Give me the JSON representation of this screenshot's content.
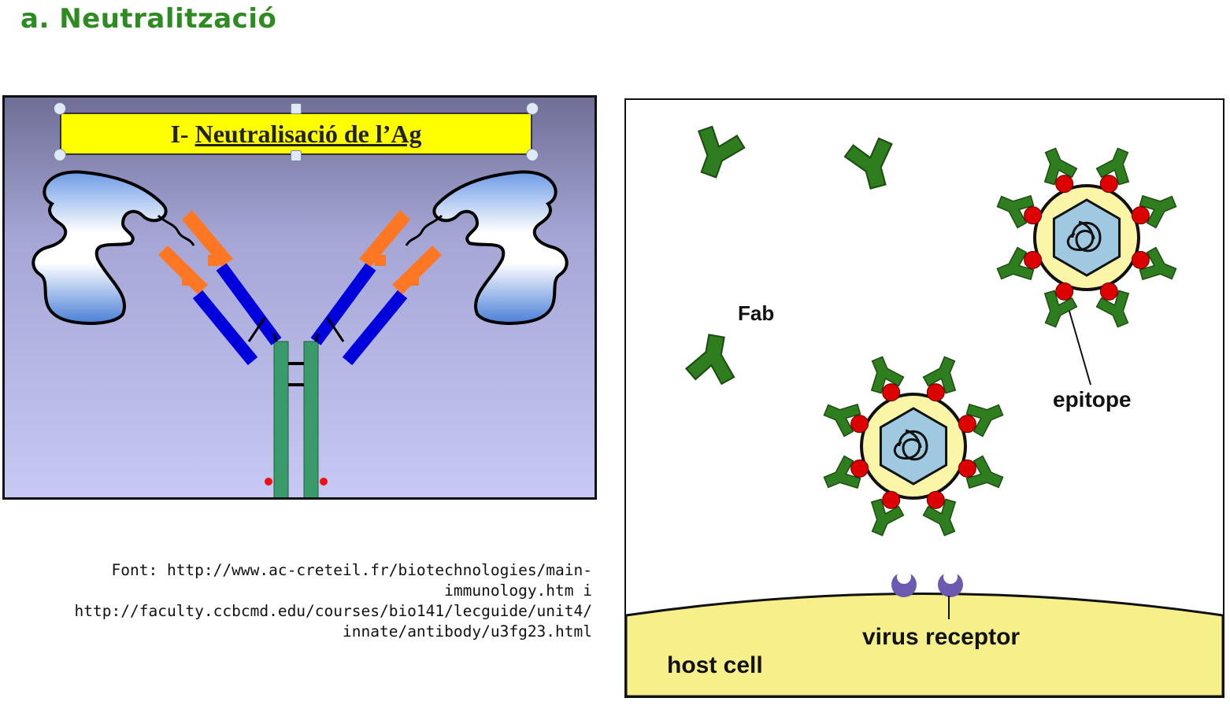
{
  "title": "a. Neutralització",
  "left_figure": {
    "slide_title_prefix": "I- ",
    "slide_title_underlined": "Neutralisació de l’Ag",
    "colors": {
      "background_top": "#6e6e96",
      "background_bottom": "#c8c8f5",
      "banner": "#ffff00",
      "heavy_chain": "#3a9a6a",
      "light_chain": "#0000dd",
      "variable_region": "#ff7722",
      "antigen": "#5a8de0"
    }
  },
  "source": {
    "lines": [
      "Font: http://www.ac-creteil.fr/biotechnologies/main-",
      "immunology.htm i",
      "http://faculty.ccbcmd.edu/courses/bio141/lecguide/unit4/",
      "innate/antibody/u3fg23.html"
    ]
  },
  "right_figure": {
    "labels": {
      "fab": "Fab",
      "epitope": "epitope",
      "virus_receptor": "virus receptor",
      "host_cell": "host cell"
    },
    "colors": {
      "antibody": "#2e7d1e",
      "epitope": "#dd0000",
      "virus_envelope": "#fbf5a8",
      "capsid": "#9ec9e0",
      "host_cell": "#f7f08a",
      "receptor": "#6b5ab0"
    }
  }
}
